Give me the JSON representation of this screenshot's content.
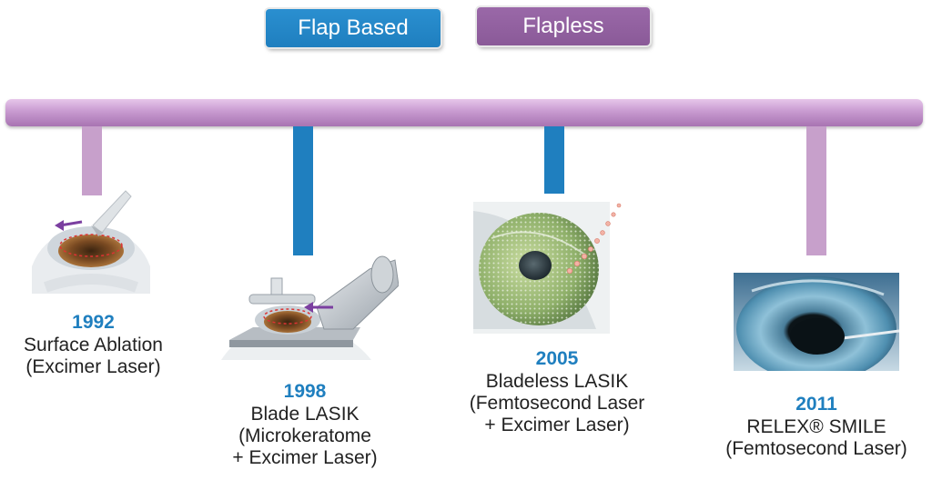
{
  "colors": {
    "flap_based": "#1f7fbf",
    "flapless": "#8a5a98",
    "timeline_bar": "#c89ad0",
    "stem_flapless": "#c7a0cb",
    "year_text": "#1f7fbf"
  },
  "legend": {
    "flap_based": "Flap Based",
    "flapless": "Flapless"
  },
  "milestones": [
    {
      "year": "1992",
      "line1": "Surface Ablation",
      "line2": "(Excimer Laser)",
      "line3": "",
      "category": "flapless"
    },
    {
      "year": "1998",
      "line1": "Blade LASIK",
      "line2": "(Microkeratome",
      "line3": "+ Excimer Laser)",
      "category": "flap_based"
    },
    {
      "year": "2005",
      "line1": "Bladeless LASIK",
      "line2": "(Femtosecond Laser",
      "line3": "+ Excimer Laser)",
      "category": "flap_based"
    },
    {
      "year": "2011",
      "line1": "RELEX® SMILE",
      "line2": "(Femtosecond Laser)",
      "line3": "",
      "category": "flapless"
    }
  ],
  "icons": [
    "surface-ablation-eye-icon",
    "microkeratome-eye-icon",
    "femtosecond-laser-eye-icon",
    "smile-iris-icon"
  ]
}
